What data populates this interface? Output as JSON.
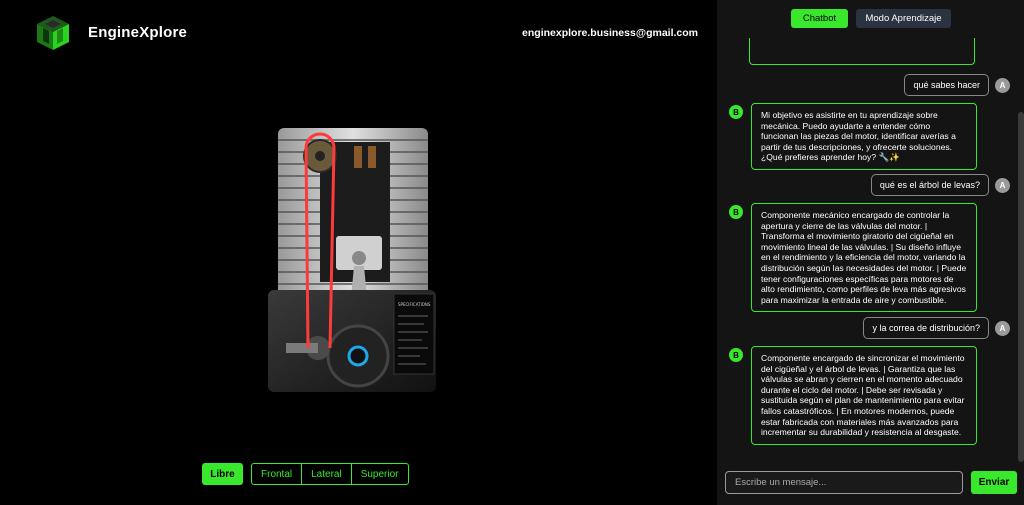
{
  "brand": {
    "name": "EngineXplore",
    "email": "enginexplore.business@gmail.com"
  },
  "engine_panel": {
    "label_lines": [
      "SPECIFICATIONS"
    ]
  },
  "view_controls": {
    "free": "Libre",
    "frontal": "Frontal",
    "lateral": "Lateral",
    "superior": "Superior"
  },
  "chat": {
    "tabs": {
      "chatbot": "Chatbot",
      "learning": "Modo Aprendizaje"
    },
    "user_avatar": "A",
    "bot_avatar": "B",
    "messages": [
      {
        "role": "user",
        "text": "qué sabes hacer"
      },
      {
        "role": "bot",
        "text": "Mi objetivo es asistirte en tu aprendizaje sobre mecánica. Puedo ayudarte a entender cómo funcionan las piezas del motor, identificar averías a partir de tus descripciones, y ofrecerte soluciones. ¿Qué prefieres aprender hoy? 🔧✨"
      },
      {
        "role": "user",
        "text": "qué es el árbol de levas?"
      },
      {
        "role": "bot",
        "text": "Componente mecánico encargado de controlar la apertura y cierre de las válvulas del motor. | Transforma el movimiento giratorio del cigüeñal en movimiento lineal de las válvulas. | Su diseño influye en el rendimiento y la eficiencia del motor, variando la distribución según las necesidades del motor. | Puede tener configuraciones específicas para motores de alto rendimiento, como perfiles de leva más agresivos para maximizar la entrada de aire y combustible."
      },
      {
        "role": "user",
        "text": "y la correa de distribución?"
      },
      {
        "role": "bot",
        "text": "Componente encargado de sincronizar el movimiento del cigüeñal y el árbol de levas. | Garantiza que las válvulas se abran y cierren en el momento adecuado durante el ciclo del motor. | Debe ser revisada y sustituida según el plan de mantenimiento para evitar fallos catastróficos. | En motores modernos, puede estar fabricada con materiales más avanzados para incrementar su durabilidad y resistencia al desgaste."
      }
    ],
    "composer": {
      "placeholder": "Escribe un mensaje...",
      "send": "Enviar"
    }
  },
  "colors": {
    "accent": "#39e82c",
    "panel": "#141414",
    "tab_inactive": "#2b3240",
    "background": "#000000"
  }
}
